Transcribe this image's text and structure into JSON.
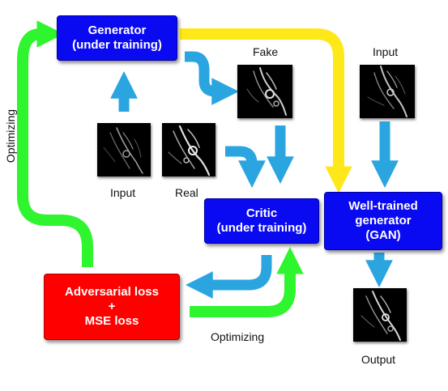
{
  "generator_box": {
    "text": "Generator\n(under training)"
  },
  "critic_box": {
    "text": "Critic\n(under training)"
  },
  "trained_box": {
    "text": "Well-trained\ngenerator\n(GAN)"
  },
  "loss_box": {
    "text": "Adversarial loss\n+\nMSE loss"
  },
  "labels": {
    "fake": "Fake",
    "input_top_right": "Input",
    "input_left": "Input",
    "real": "Real",
    "output": "Output",
    "optimizing_left": "Optimizing",
    "optimizing_bottom": "Optimizing"
  },
  "colors": {
    "box_blue": "#0a0af2",
    "box_red": "#ff0000",
    "arrow_cyan": "#2ba5e0",
    "arrow_green": "#2ef52e",
    "arrow_yellow": "#ffe81a"
  }
}
